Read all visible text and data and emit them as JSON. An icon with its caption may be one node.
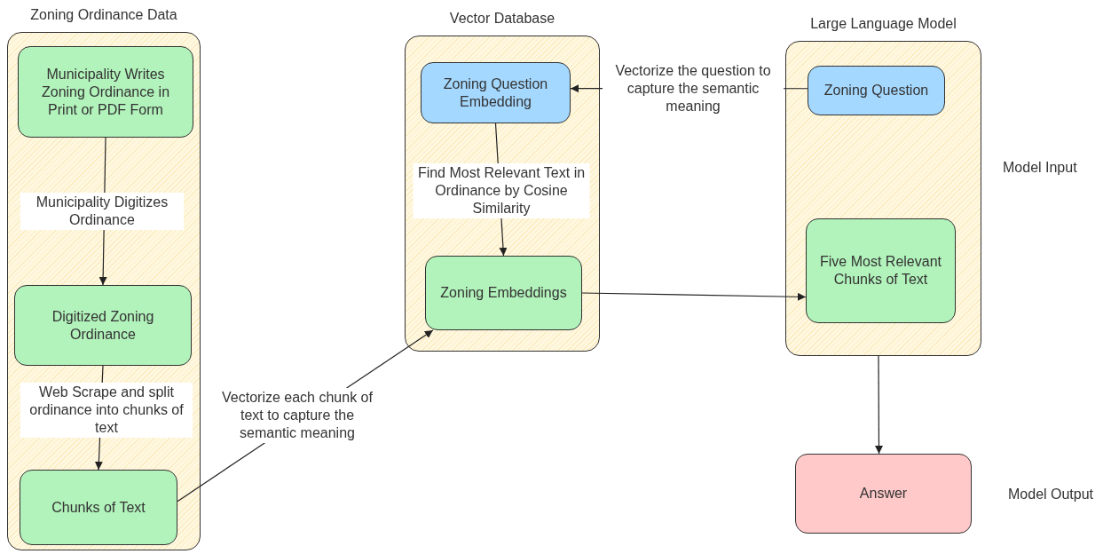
{
  "diagram": {
    "nodes": [
      {
        "text": [
          "Zoning Ordinance Data"
        ]
      },
      {
        "text": [
          "Municipality Writes Zoning Ordinance in Print or PDF Form"
        ],
        "in": 0
      },
      {
        "text": [
          "Digitized Zoning Ordinance"
        ],
        "in": 0
      },
      {
        "text": [
          "Chunks of Text"
        ],
        "in": 0
      },
      {
        "text": [
          "Vector Database"
        ]
      },
      {
        "text": [
          "Zoning Question Embedding"
        ],
        "in": 4
      },
      {
        "text": [
          "Zoning Embeddings"
        ],
        "in": 4
      },
      {
        "text": [
          "Large Language Model"
        ]
      },
      {
        "text": [
          "Zoning Question"
        ],
        "in": 7
      },
      {
        "text": [
          "Five Most Relevant Chunks of Text"
        ],
        "in": 7
      },
      {
        "text": [
          "Answer"
        ]
      }
    ],
    "edges": [
      {
        "from": 1,
        "to": 2,
        "arrow": "to",
        "label": "Municipality Digitizes Ordinance"
      },
      {
        "from": 2,
        "to": 3,
        "arrow": "to",
        "label": "Web Scrape and split ordinance into chunks of text"
      },
      {
        "from": 3,
        "to": 6,
        "arrow": "to",
        "label": "Vectorize each chunk of text to capture the semantic meaning"
      },
      {
        "from": 8,
        "to": 5,
        "arrow": "to",
        "label": "Vectorize the question to capture the semantic meaning"
      },
      {
        "from": 5,
        "to": 6,
        "arrow": "to",
        "label": "Find Most Relevant Text in Ordinance by Cosine Similarity"
      },
      {
        "from": 6,
        "to": 9,
        "arrow": "to"
      },
      {
        "from": 7,
        "to": 10,
        "arrow": "to"
      }
    ],
    "labels": [
      "Model Input",
      "Model Output"
    ]
  }
}
